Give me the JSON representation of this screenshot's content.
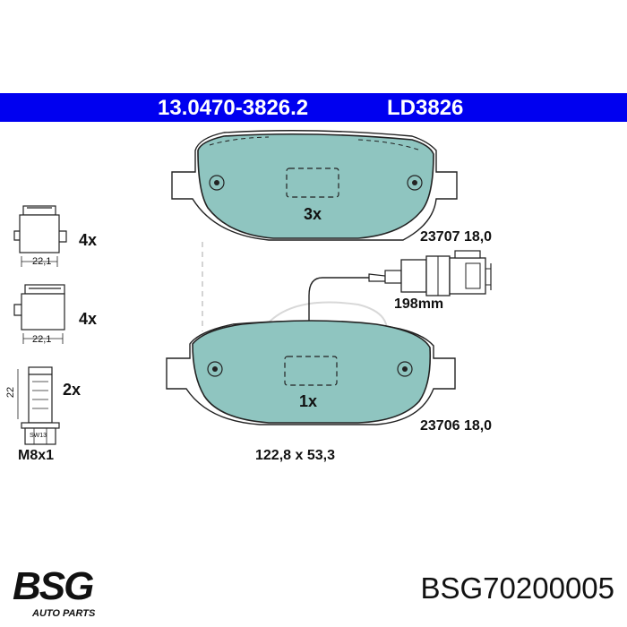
{
  "header": {
    "part_number": "13.0470-3826.2",
    "ld_number": "LD3826",
    "bar_color": "#0000f0"
  },
  "pads": {
    "upper": {
      "count": "3x",
      "code": "23707 18,0"
    },
    "lower": {
      "count": "1x",
      "code": "23706 18,0"
    },
    "dimensions": "122,8 x 53,3",
    "pad_color": "#8fc5c0",
    "wear_sensor_length": "198mm"
  },
  "accessories": {
    "clip_a": {
      "count": "4x",
      "width": "22,1"
    },
    "clip_b": {
      "count": "4x",
      "width": "22,1"
    },
    "bolt": {
      "count": "2x",
      "length": "22",
      "head_label": "SW13",
      "thread": "M8x1"
    }
  },
  "footer": {
    "brand": "BSG",
    "brand_sub": "AUTO PARTS",
    "article_code": "BSG70200005"
  }
}
